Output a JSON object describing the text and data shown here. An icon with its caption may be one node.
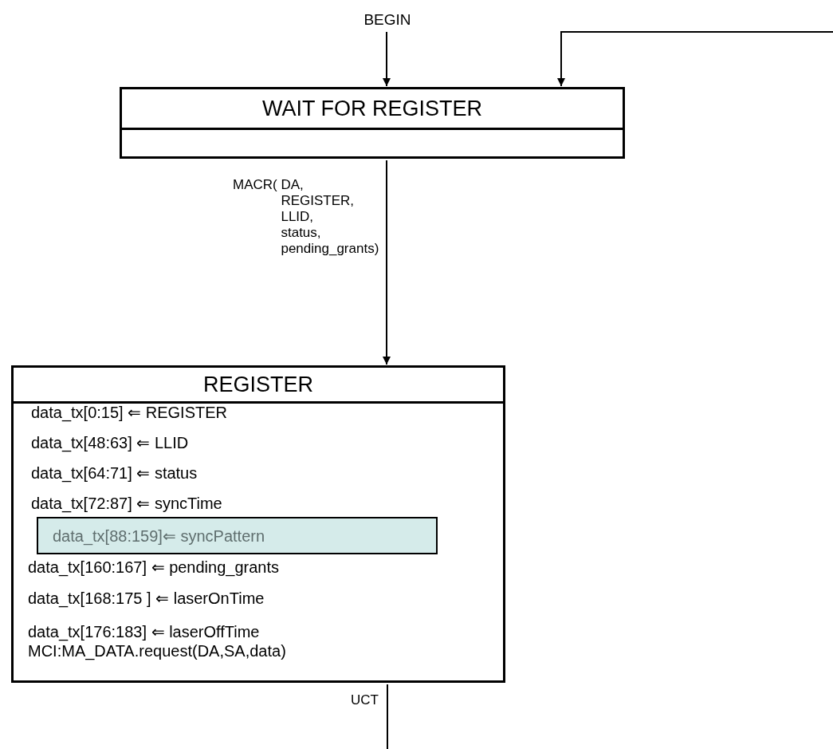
{
  "diagram": {
    "nodes": [
      {
        "text": [
          "BEGIN"
        ]
      },
      {
        "text": [
          "WAIT FOR REGISTER"
        ]
      },
      {
        "text": [
          "REGISTER",
          "data_tx[0:15] ⇐ REGISTER",
          "data_tx[48:63] ⇐ LLID",
          "data_tx[64:71] ⇐ status",
          "data_tx[72:87] ⇐ syncTime",
          "data_tx[160:167] ⇐ pending_grants",
          "data_tx[168:175 ] ⇐ laserOnTime",
          "data_tx[176:183] ⇐ laserOffTime",
          "MCI:MA_DATA.request(DA,SA,data)"
        ]
      },
      {
        "text": [
          "data_tx[88:159]⇐ syncPattern"
        ],
        "in": 2
      }
    ],
    "edges": [
      {
        "from": 0,
        "to": 1,
        "arrow": "to"
      },
      {
        "from": null,
        "to": 1,
        "arrow": "to"
      },
      {
        "from": 1,
        "to": 2,
        "arrow": "to",
        "label": "MACR( DA, REGISTER, LLID, status, pending_grants)"
      },
      {
        "from": 2,
        "to": null,
        "arrow": "none",
        "label": "UCT"
      }
    ]
  }
}
